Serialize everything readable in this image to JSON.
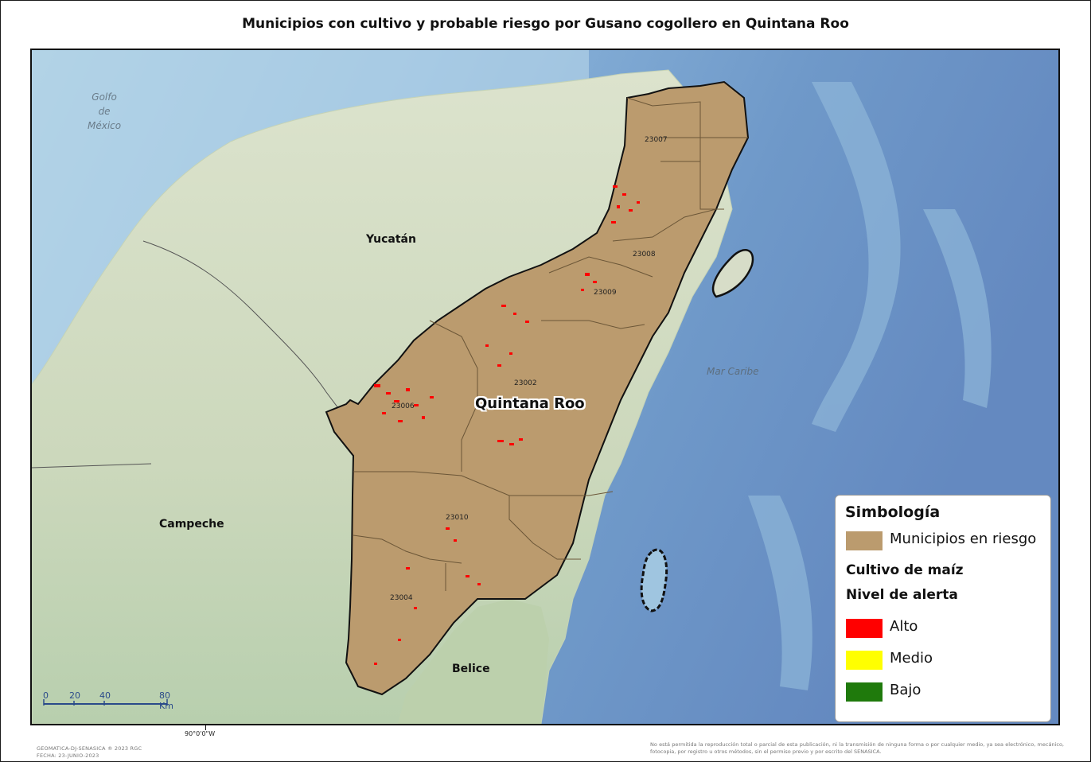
{
  "title": "Municipios con cultivo y probable riesgo por Gusano cogollero en Quintana Roo",
  "map": {
    "states": {
      "yucatan": "Yucatán",
      "campeche": "Campeche",
      "quintana_roo": "Quintana Roo",
      "belice": "Belice"
    },
    "water": {
      "golfo": [
        "Golfo",
        "de",
        "México"
      ],
      "caribe": "Mar Caribe"
    },
    "municipalities": [
      "23007",
      "23008",
      "23009",
      "23002",
      "23006",
      "23010",
      "23004"
    ],
    "colors": {
      "land": "#cdd9c0",
      "risk": "#bb9b6e",
      "sea_shallow": "#b7d5e6",
      "sea_deep": "#6d97c8",
      "alert_high": "#ff0000"
    }
  },
  "scale_bar": {
    "labels": [
      "0",
      "20",
      "40",
      "80 Km"
    ]
  },
  "coordinate": "90°0'0\"W",
  "legend": {
    "title": "Simbología",
    "risk_label": "Municipios en riesgo",
    "crop_label": "Cultivo de maíz",
    "alert_label": "Nivel de alerta",
    "levels": [
      {
        "label": "Alto",
        "color": "#ff0000"
      },
      {
        "label": "Medio",
        "color": "#ffff00"
      },
      {
        "label": "Bajo",
        "color": "#1f7a0c"
      }
    ]
  },
  "footer": {
    "left": [
      "GEOMATICA-DJ-SENASICA ® 2023 RGC",
      "FECHA: 23-JUNIO-2023"
    ],
    "right": "No está permitida la reproducción total o parcial de esta publicación, ni la transmisión de ninguna forma o por cualquier medio, ya sea electrónico, mecánico, fotocopia, por registro u otros métodos, sin el permiso previo y por escrito del SENASICA."
  }
}
